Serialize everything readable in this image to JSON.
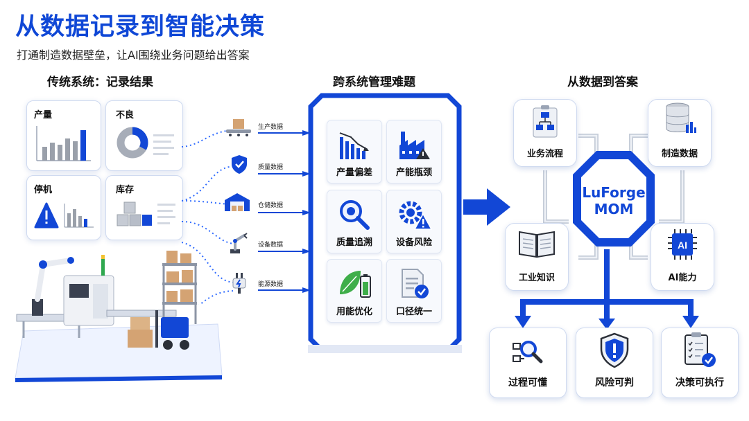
{
  "header": {
    "title": "从数据记录到智能决策",
    "subtitle": "打通制造数据壁垒，让AI围绕业务问题给出答案"
  },
  "sections": {
    "left": "传统系统：记录结果",
    "middle": "跨系统管理难题",
    "right": "从数据到答案"
  },
  "left_cards": [
    {
      "label": "产量",
      "icon": "bar-chart-icon"
    },
    {
      "label": "不良",
      "icon": "donut-chart-icon"
    },
    {
      "label": "停机",
      "icon": "warning-icon"
    },
    {
      "label": "库存",
      "icon": "boxes-icon"
    }
  ],
  "data_sources": [
    {
      "label": "生产数据",
      "icon": "conveyor-icon"
    },
    {
      "label": "质量数据",
      "icon": "shield-check-icon"
    },
    {
      "label": "仓储数据",
      "icon": "warehouse-icon"
    },
    {
      "label": "设备数据",
      "icon": "robot-arm-icon"
    },
    {
      "label": "能源数据",
      "icon": "plug-icon"
    }
  ],
  "problems": [
    {
      "label": "产量偏差",
      "icon": "declining-bars-icon"
    },
    {
      "label": "产能瓶颈",
      "icon": "factory-icon"
    },
    {
      "label": "质量追溯",
      "icon": "magnifier-icon"
    },
    {
      "label": "设备风险",
      "icon": "gear-warning-icon"
    },
    {
      "label": "用能优化",
      "icon": "leaf-battery-icon"
    },
    {
      "label": "口径统一",
      "icon": "document-check-icon"
    }
  ],
  "hub": {
    "line1": "LuForge",
    "line2": "MOM"
  },
  "hub_inputs": [
    {
      "label": "业务流程",
      "icon": "flowchart-icon"
    },
    {
      "label": "制造数据",
      "icon": "database-icon"
    },
    {
      "label": "工业知识",
      "icon": "book-icon"
    },
    {
      "label": "AI能力",
      "icon": "ai-chip-icon"
    }
  ],
  "outcomes": [
    {
      "label": "过程可懂",
      "icon": "flow-magnifier-icon"
    },
    {
      "label": "风险可判",
      "icon": "shield-alert-icon"
    },
    {
      "label": "决策可执行",
      "icon": "clipboard-check-icon"
    }
  ],
  "colors": {
    "primary": "#1247d6",
    "accent": "#2f6bff",
    "dark_text": "#111111",
    "light_bg": "#eef3ff"
  }
}
